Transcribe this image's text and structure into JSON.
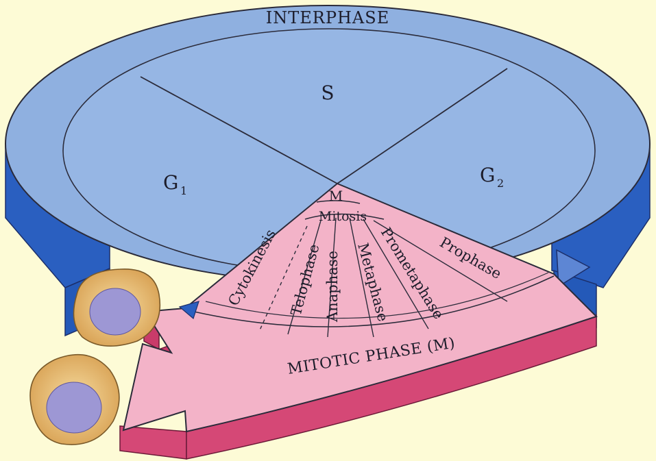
{
  "labels": {
    "interphase": "INTERPHASE",
    "s_phase": "S",
    "g1_letter": "G",
    "g1_sub": "1",
    "g2_letter": "G",
    "g2_sub": "2",
    "m": "M",
    "mitosis": "Mitosis",
    "mitotic_phase": "MITOTIC PHASE (M)"
  },
  "mitosis_stages": [
    "Prophase",
    "Prometaphase",
    "Metaphase",
    "Anaphase",
    "Telophase",
    "Cytokinesis"
  ],
  "colors": {
    "background": "#fdfbd6",
    "interphase_top": "#8fb0e0",
    "interphase_side": "#2a5fc0",
    "mitotic_top": "#f3b3c8",
    "mitotic_side": "#d54876",
    "cell_outer": "#e6b56e",
    "cell_nucleus": "#9d97d4",
    "outline": "#2b2b3a"
  }
}
